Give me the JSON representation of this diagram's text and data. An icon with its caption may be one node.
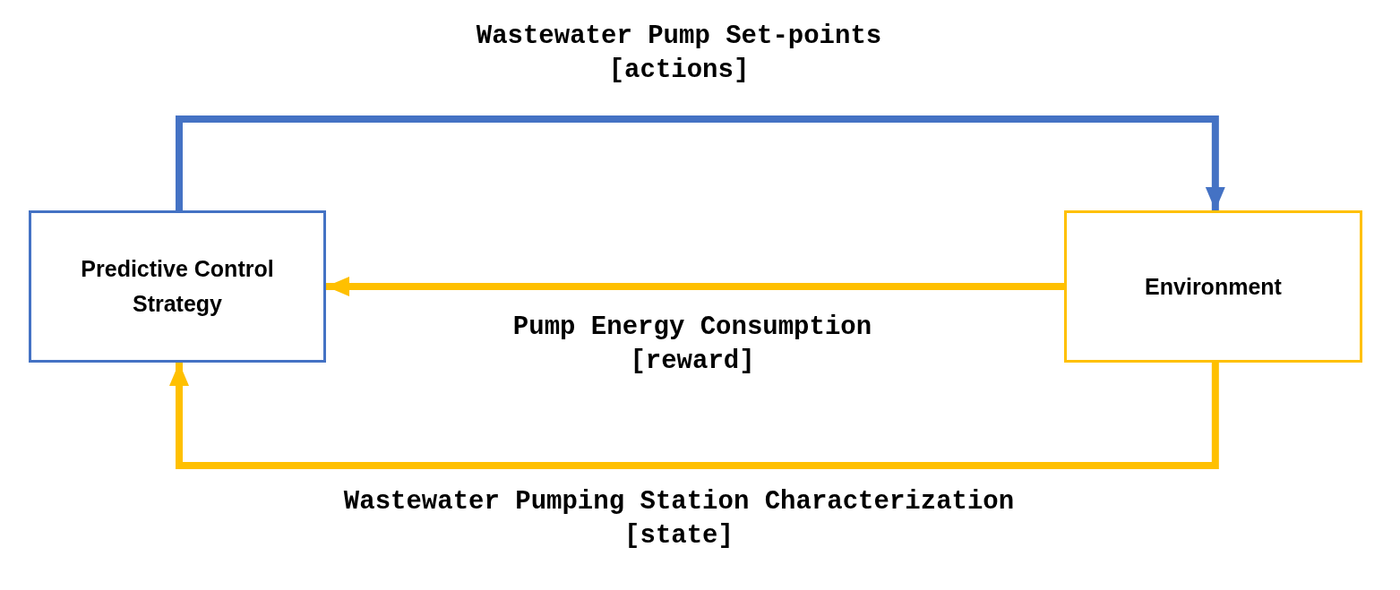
{
  "diagram": {
    "nodes": [
      {
        "text": [
          "Predictive Control Strategy"
        ]
      },
      {
        "text": [
          "Environment"
        ]
      }
    ],
    "edges": [
      {
        "from": 0,
        "to": 1,
        "arrow": "to",
        "label": "Wastewater Pump Set-points [actions]",
        "color": "#4472c4"
      },
      {
        "from": 1,
        "to": 0,
        "arrow": "to",
        "label": "Pump Energy Consumption [reward]"
      },
      {
        "from": 1,
        "to": 0,
        "arrow": "to",
        "label": "Wastewater Pumping Station Characterization [state]"
      }
    ]
  }
}
